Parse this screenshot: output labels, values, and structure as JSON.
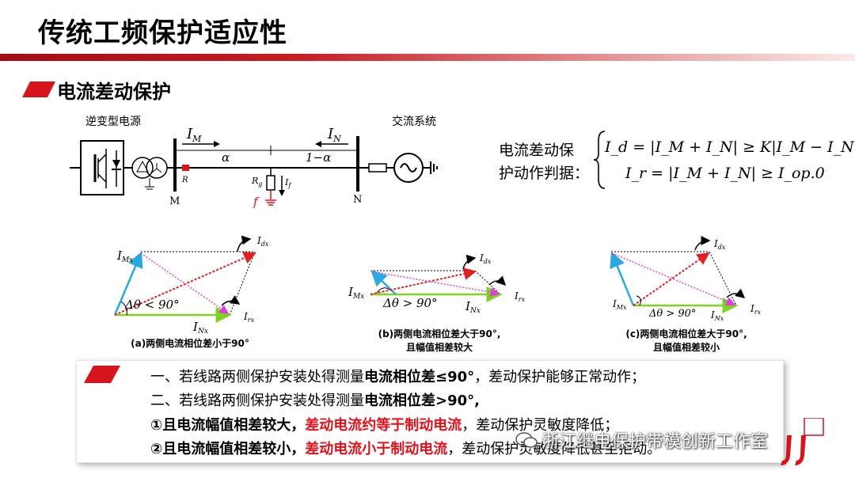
{
  "header": {
    "title": "传统工频保护适应性"
  },
  "section": {
    "title": "电流差动保护"
  },
  "circuit": {
    "source_left_label": "逆变型电源",
    "source_right_label": "交流系统",
    "current_left": "I",
    "current_left_sub": "M",
    "current_right": "I",
    "current_right_sub": "N",
    "alpha": "α",
    "one_minus_alpha": "1−α",
    "relay_label": "R",
    "fault_resistance": "R",
    "fault_resistance_sub": "g",
    "fault_current": "I",
    "fault_current_sub": "f",
    "fault_symbol": "f",
    "bus_left": "M",
    "bus_right": "N"
  },
  "criterion": {
    "label_line1": "电流差动保",
    "label_line2": "护动作判据：",
    "eq1": "I_d = |I_M + I_N| ≥ K|I_M − I_N|",
    "eq2": "I_r = |I_M + I_N| ≥ I_op.0"
  },
  "phasors": {
    "a": {
      "IMx": "I",
      "IMx_sub": "Mx",
      "INx": "I",
      "INx_sub": "Nx",
      "Idx": "I",
      "Idx_sub": "dx",
      "Irx": "I",
      "Irx_sub": "rx",
      "angle": "Δθ < 90°",
      "caption": "(a)两侧电流相位差小于90°"
    },
    "b": {
      "IMx": "I",
      "IMx_sub": "Mx",
      "INx": "I",
      "INx_sub": "Nx",
      "Idx": "I",
      "Idx_sub": "dx",
      "Irx": "I",
      "Irx_sub": "rx",
      "angle": "Δθ > 90°",
      "caption_line1": "(b)两侧电流相位差大于90°,",
      "caption_line2": "且幅值相差较大"
    },
    "c": {
      "IMx": "I",
      "IMx_sub": "Mx",
      "INx": "I",
      "INx_sub": "Nx",
      "Idx": "I",
      "Idx_sub": "dx",
      "Irx": "I",
      "Irx_sub": "rx",
      "angle": "Δθ > 90°",
      "caption_line1": "(c)两侧电流相位差大于90°,",
      "caption_line2": "且幅值相差较小"
    }
  },
  "summary": {
    "line1_prefix": "一、若线路两侧保护安装处得测量",
    "line1_bold": "电流相位差≤90°",
    "line1_suffix": "，差动保护能够正常动作；",
    "line2_prefix": "二、若线路两侧保护安装处得测量",
    "line2_bold": "电流相位差>90°,",
    "line3_bold": "①且电流幅值相差较大，",
    "line3_red": "差动电流约等于制动电流",
    "line3_suffix": "，差动保护灵敏度降低；",
    "line4_bold": "②且电流幅值相差较小，",
    "line4_red": "差动电流小于制动电流",
    "line4_suffix": "，差动保护灵敏度降低甚至拒动。"
  },
  "watermark": {
    "text": "浙江继电保护带模创新工作室"
  },
  "colors": {
    "title_bar": "#c0161c",
    "accent_red": "#e0121b",
    "vector_blue": "#2aa8e0",
    "vector_green": "#7ed321",
    "vector_red": "#e02020",
    "vector_magenta": "#e040e0"
  }
}
